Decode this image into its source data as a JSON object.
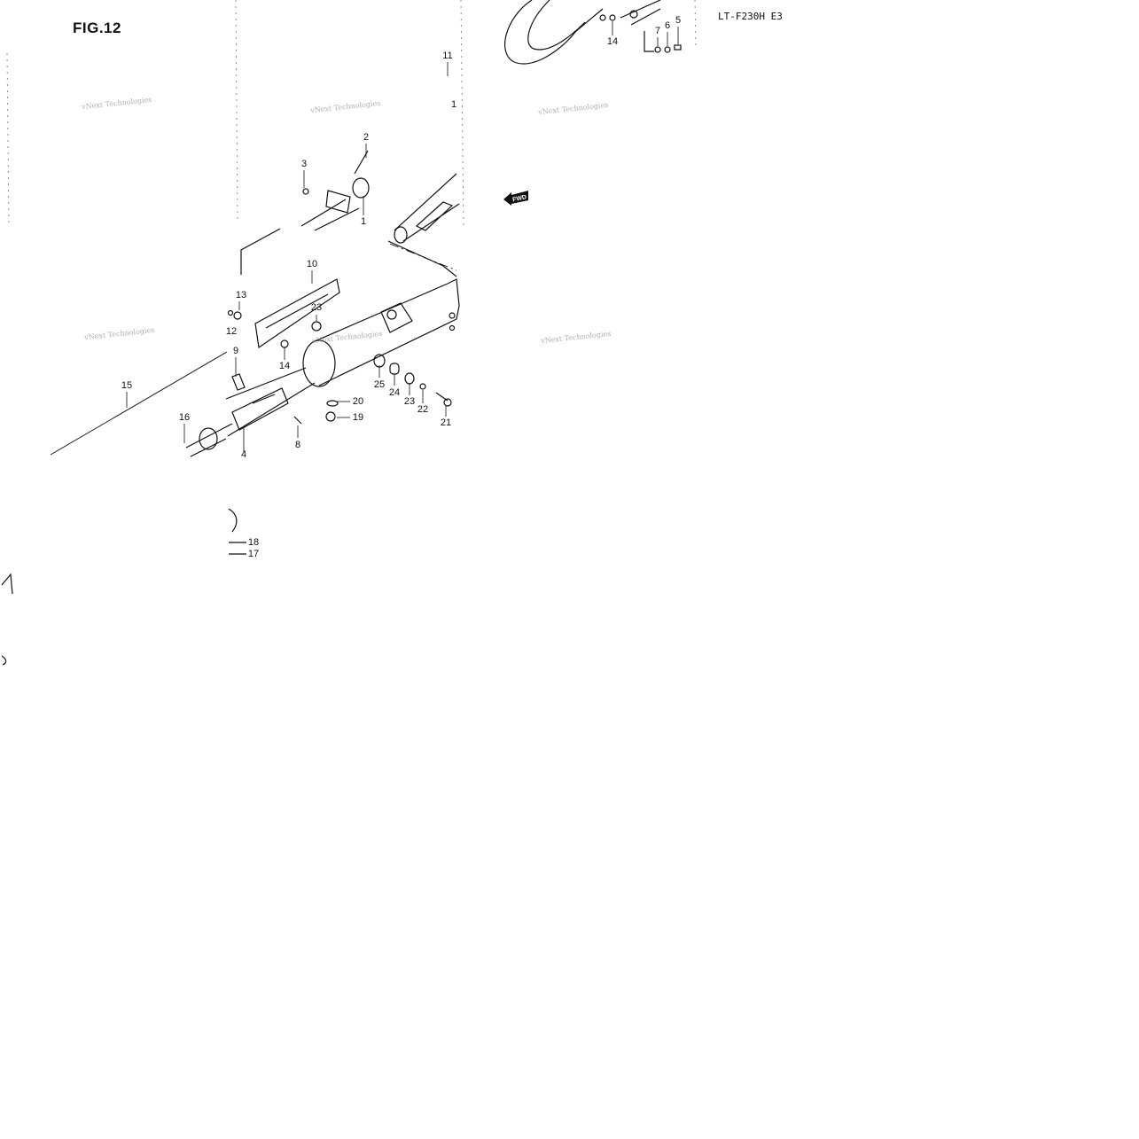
{
  "figure": {
    "title": "FIG.12",
    "model": "LT-F230H E3",
    "fwd_label": "FWD"
  },
  "watermark": {
    "text": "vNext Technologies"
  },
  "callouts": [
    "1",
    "1",
    "2",
    "3",
    "4",
    "5",
    "6",
    "7",
    "8",
    "9",
    "10",
    "11",
    "12",
    "13",
    "14",
    "14",
    "15",
    "16",
    "17",
    "18",
    "19",
    "20",
    "21",
    "22",
    "23",
    "23",
    "24",
    "25"
  ],
  "colors": {
    "ink": "#111111",
    "watermark": "#9a9a9a",
    "paper": "#ffffff"
  }
}
